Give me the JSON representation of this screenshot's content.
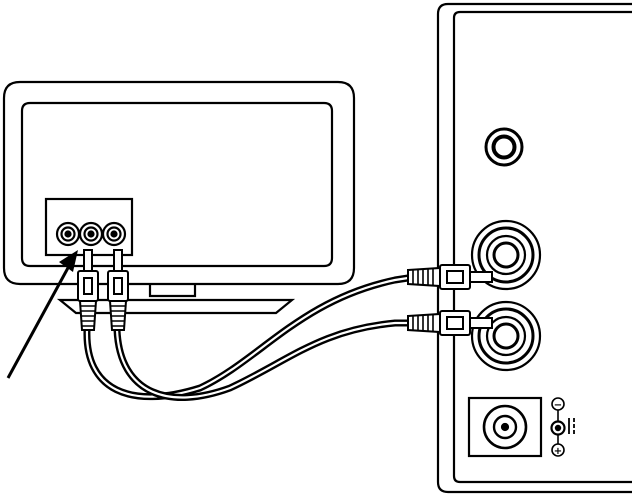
{
  "diagram": {
    "type": "connection-illustration",
    "line_color": "#000000",
    "background_color": "#ffffff",
    "tv": {
      "panel": "tv-back-panel",
      "jacks": [
        "jack-left",
        "jack-middle",
        "jack-right"
      ]
    },
    "speaker": {
      "panel": "speaker-back-panel",
      "jacks": [
        "rca-input-top",
        "rca-input-bottom",
        "power-jack",
        "knob"
      ]
    },
    "cables": [
      "rca-cable-left",
      "rca-cable-right"
    ],
    "pointer": "arrow-pointing-to-tv-audio-out",
    "polarity": {
      "negative": "−",
      "positive": "+",
      "dc_symbol_icon": "dc-power-symbol-icon"
    }
  }
}
